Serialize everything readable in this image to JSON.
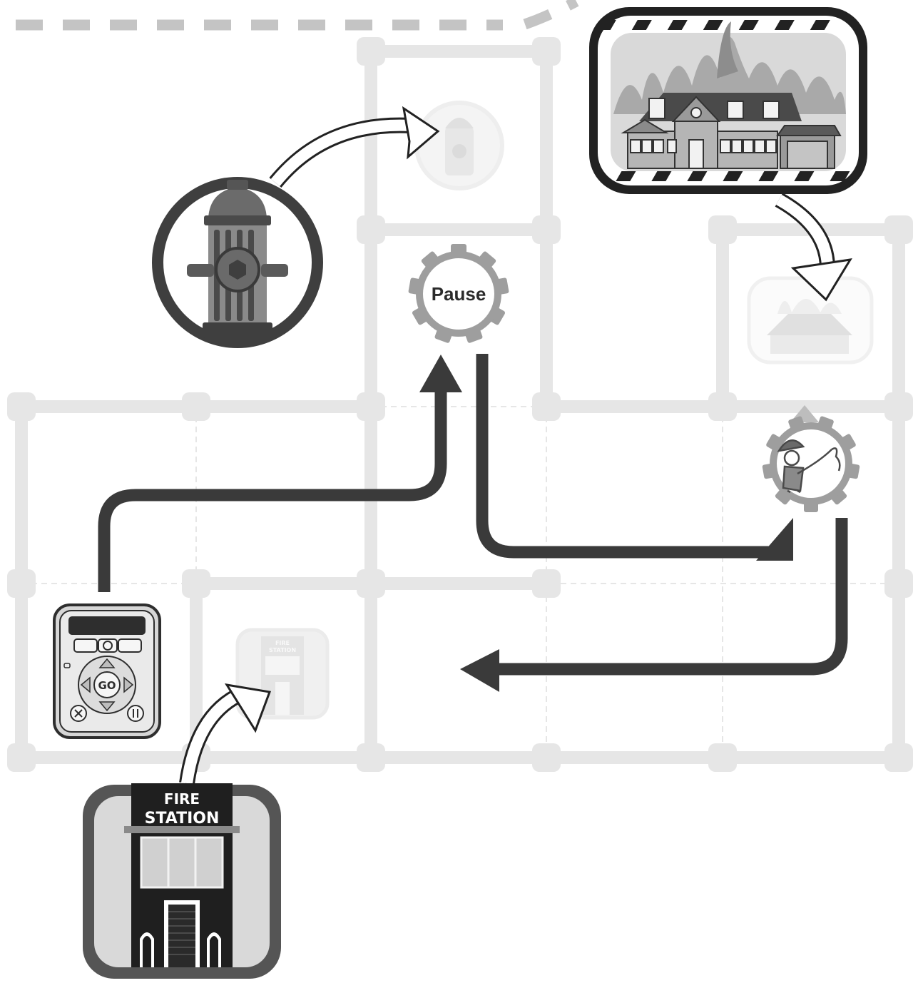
{
  "diagram": {
    "pause_card": {
      "label": "Pause"
    },
    "fire_station": {
      "line1": "FIRE",
      "line2": "STATION"
    },
    "fire_station_ghost": {
      "line1": "FIRE",
      "line2": "STATION"
    },
    "remote": {
      "go_label": "GO"
    },
    "colors": {
      "grid": "#e6e6e6",
      "dark": "#3a3a3a",
      "mid": "#6d6d6d",
      "light": "#d2d2d2",
      "white": "#ffffff"
    }
  }
}
